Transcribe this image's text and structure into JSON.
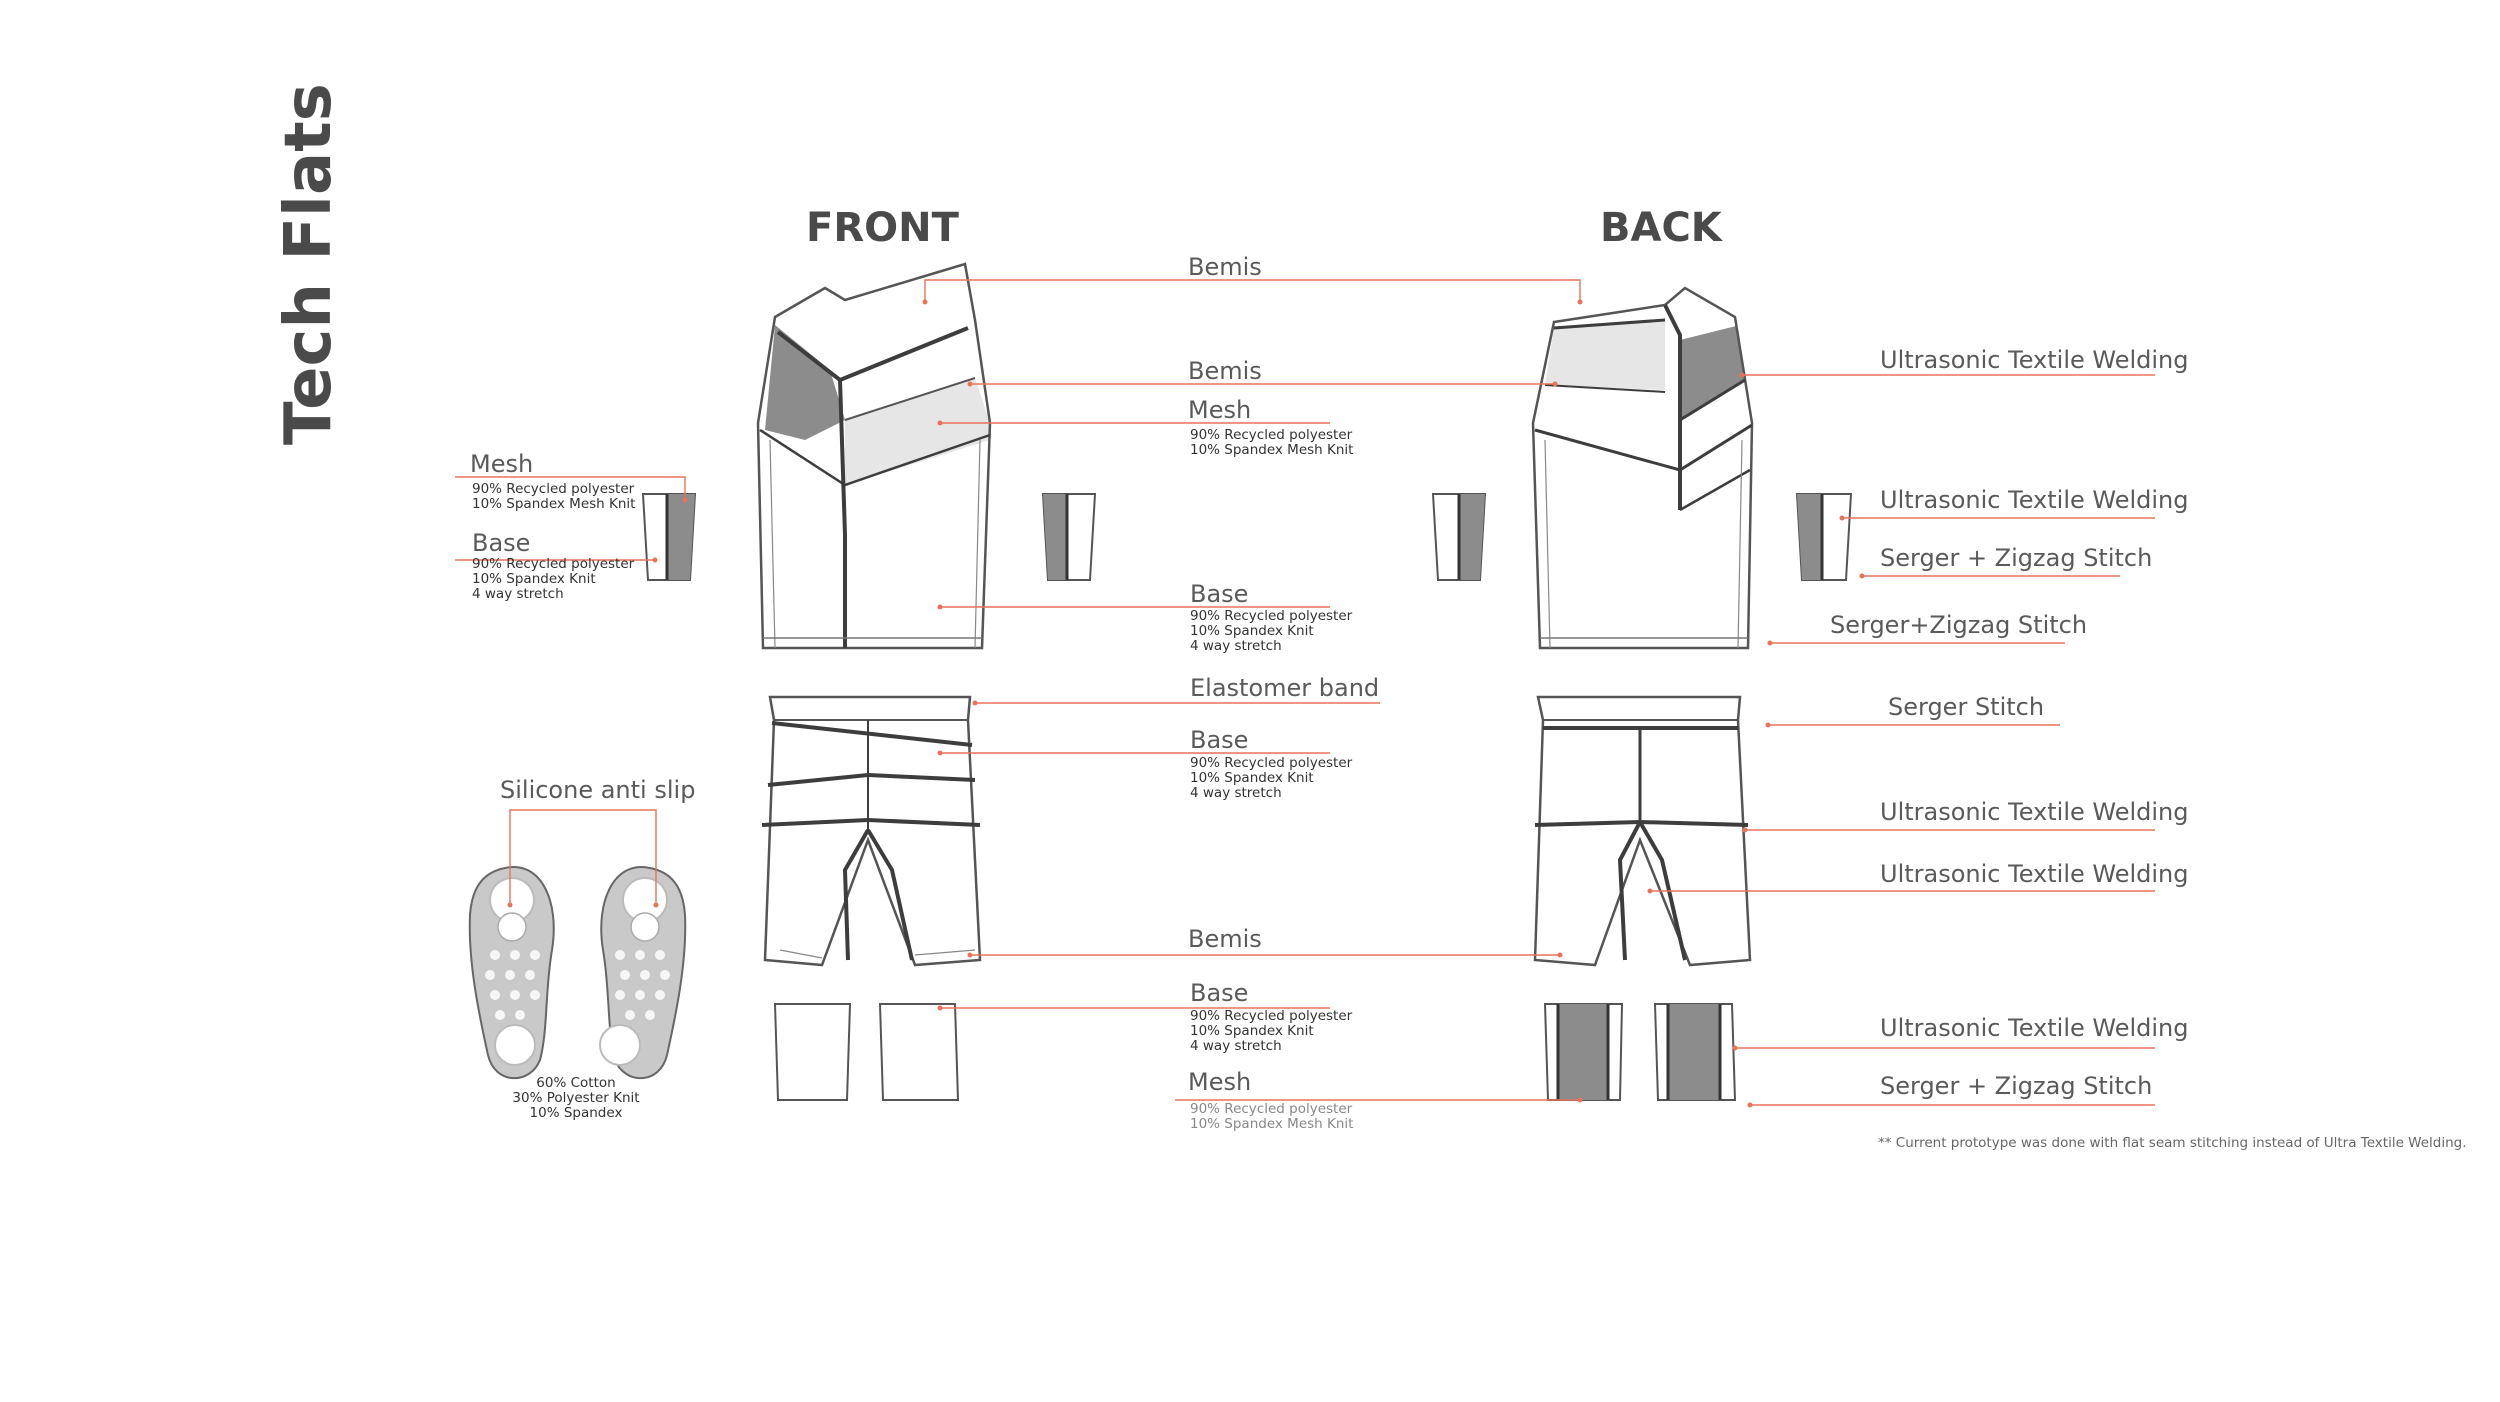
{
  "page_title": "Tech Flats",
  "views": {
    "front": "FRONT",
    "back": "BACK"
  },
  "callouts": {
    "bemis_top": "Bemis",
    "bemis_mid": "Bemis",
    "mesh_top": {
      "label": "Mesh",
      "spec": [
        "90% Recycled polyester",
        "10% Spandex Mesh Knit"
      ]
    },
    "base_top": {
      "label": "Base",
      "spec": [
        "90% Recycled polyester",
        "10% Spandex Knit",
        "4 way stretch"
      ]
    },
    "elastomer": "Elastomer band",
    "base_shorts": {
      "label": "Base",
      "spec": [
        "90% Recycled polyester",
        "10% Spandex Knit",
        "4 way stretch"
      ]
    },
    "bemis_shorts": "Bemis",
    "base_sleeves": {
      "label": "Base",
      "spec": [
        "90% Recycled polyester",
        "10% Spandex Knit",
        "4 way stretch"
      ]
    },
    "mesh_sleeves": {
      "label": "Mesh",
      "spec": [
        "90% Recycled polyester",
        "10% Spandex Mesh Knit"
      ]
    }
  },
  "left_callouts": {
    "mesh": {
      "label": "Mesh",
      "spec": [
        "90% Recycled polyester",
        "10% Spandex Mesh Knit"
      ]
    },
    "base": {
      "label": "Base",
      "spec": [
        "90% Recycled polyester",
        "10% Spandex Knit",
        "4 way stretch"
      ]
    },
    "silicone": "Silicone anti slip",
    "sock_spec": [
      "60% Cotton",
      "30% Polyester Knit",
      "10% Spandex"
    ]
  },
  "right_callouts": {
    "utw_1": "Ultrasonic Textile Welding",
    "utw_2": "Ultrasonic Textile Welding",
    "serger_zigzag_1": "Serger + Zigzag Stitch",
    "serger_zigzag_2": "Serger+Zigzag Stitch",
    "serger": "Serger Stitch",
    "utw_3": "Ultrasonic Textile Welding",
    "utw_4": "Ultrasonic Textile Welding",
    "utw_5": "Ultrasonic Textile Welding",
    "serger_zigzag_3": "Serger + Zigzag Stitch"
  },
  "footnote": "** Current prototype was done with flat seam stitching instead of Ultra Textile Welding.",
  "colors": {
    "outline": "#555555",
    "seam": "#3d3d3d",
    "panel_dark": "#8c8c8c",
    "panel_light": "#e6e6e6",
    "leader": "#e8735a",
    "sole": "#c9c9c9"
  }
}
